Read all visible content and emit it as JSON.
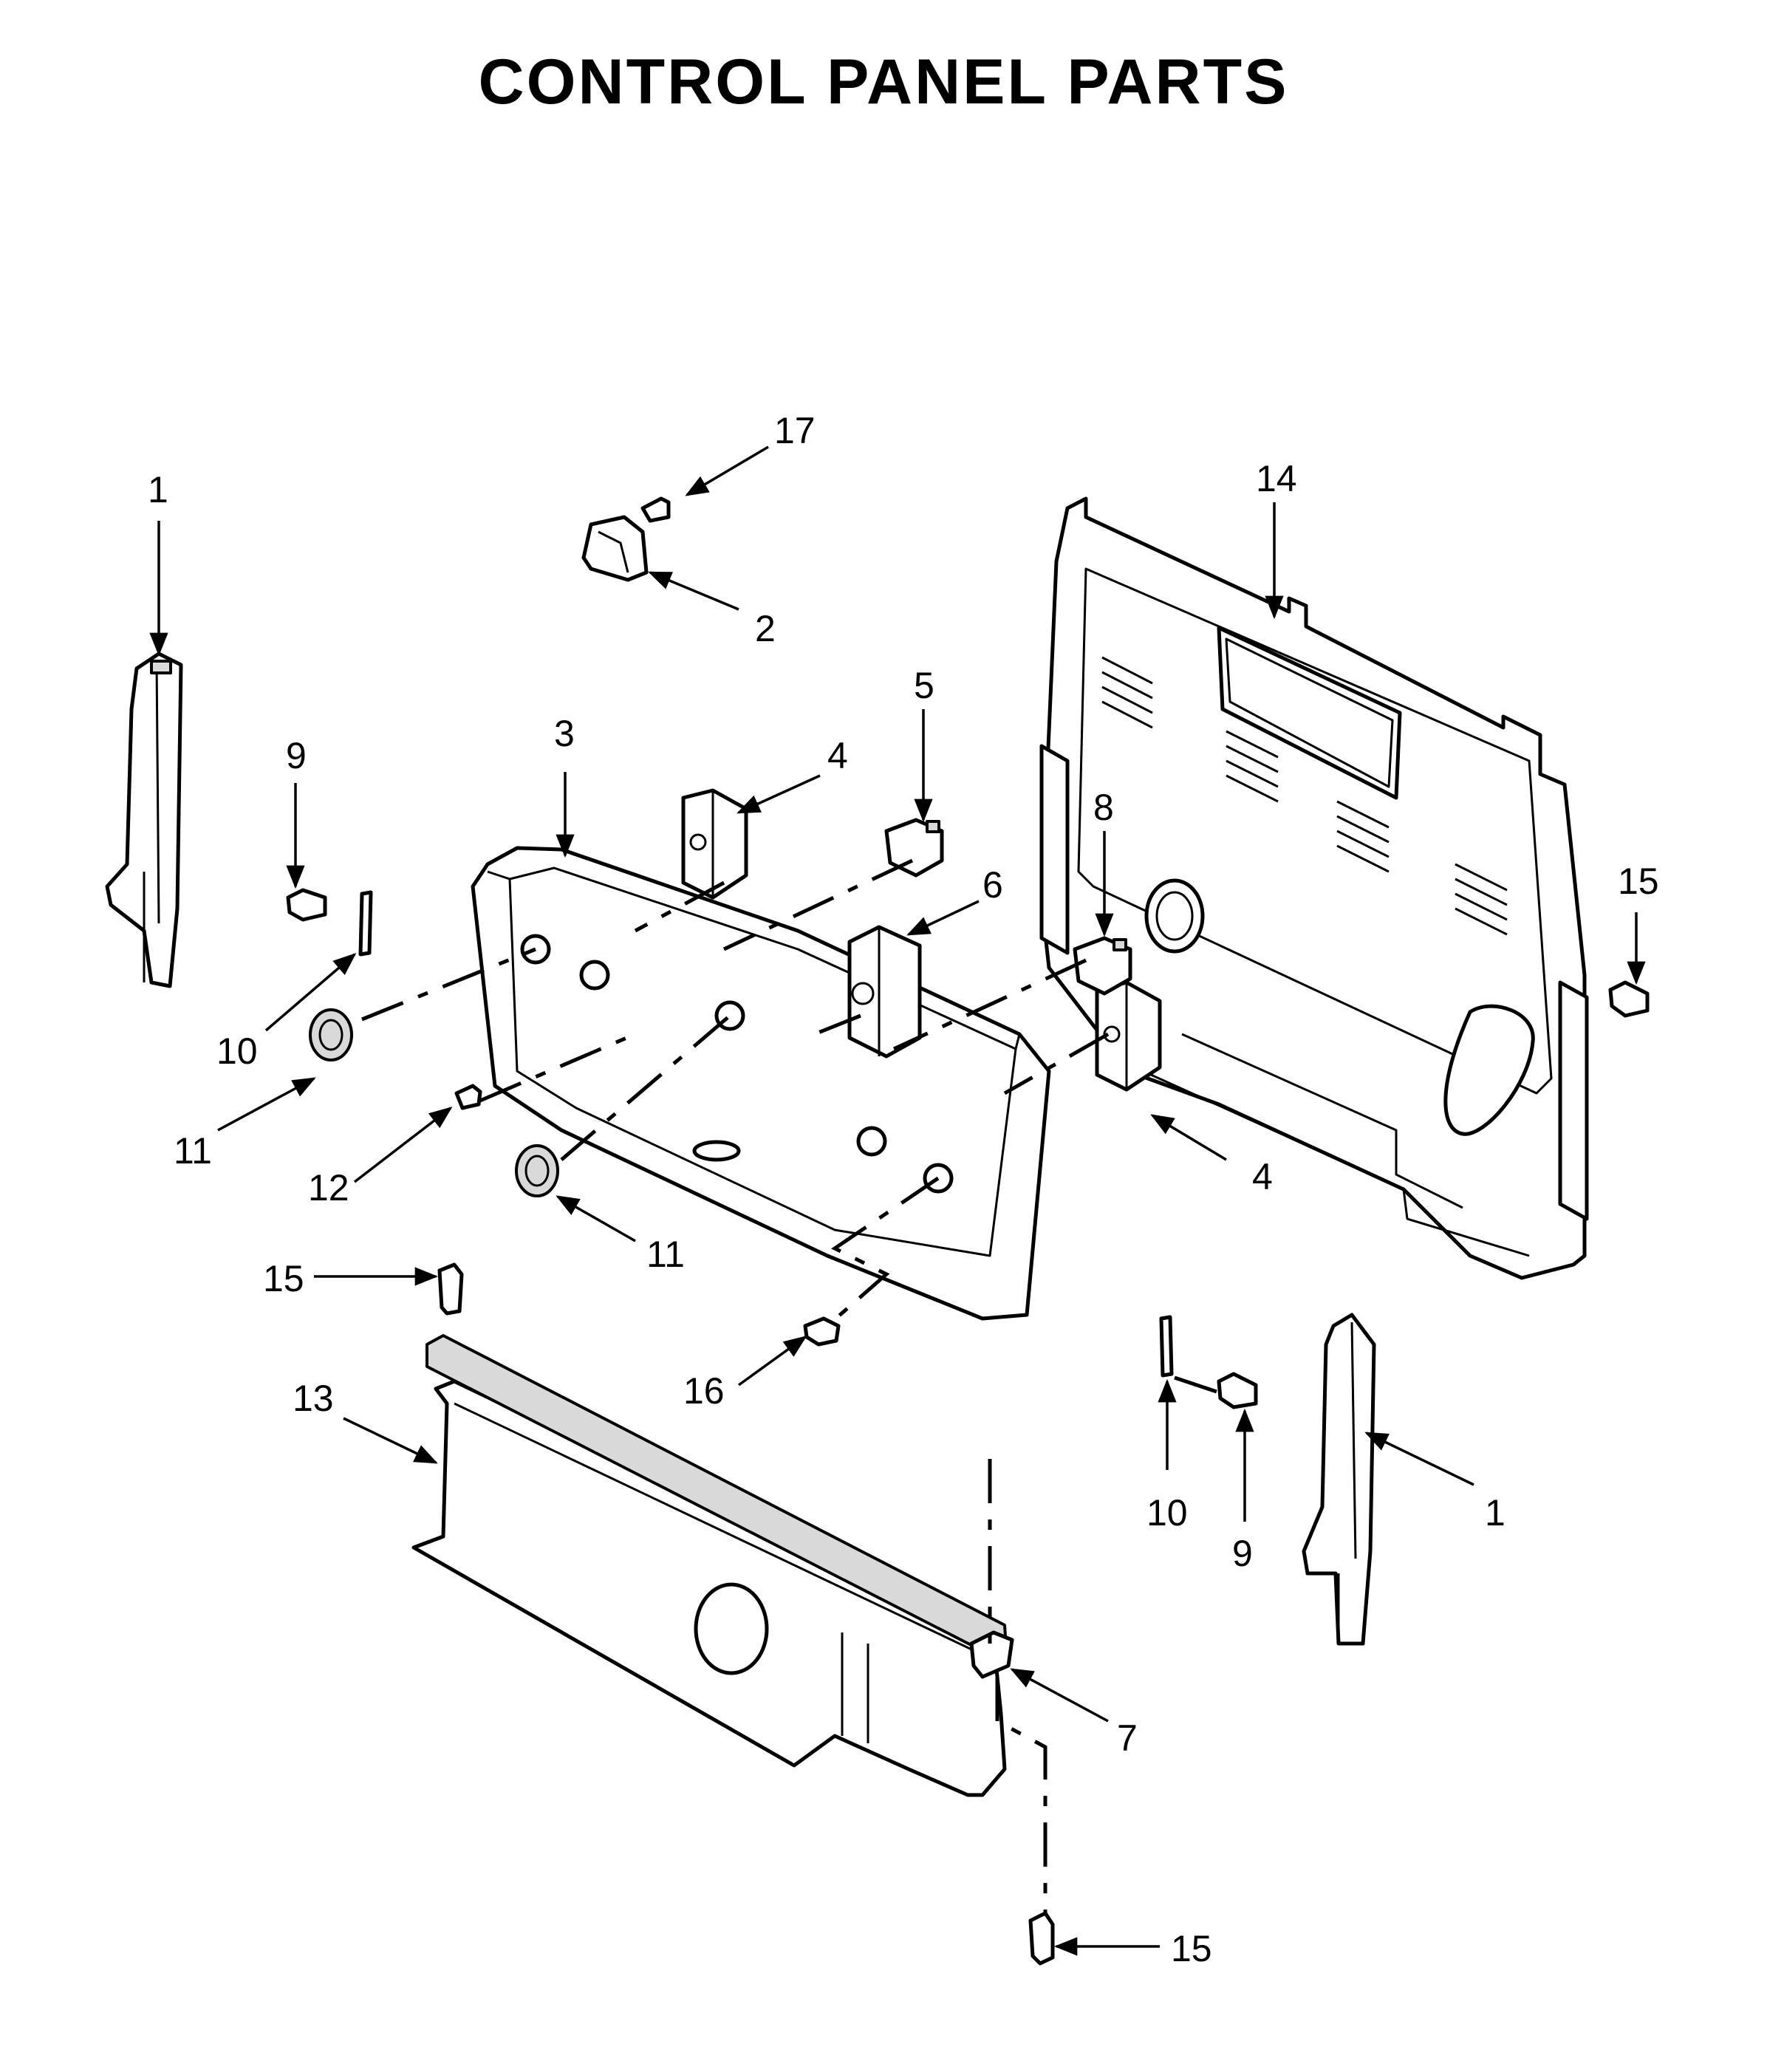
{
  "title": "CONTROL PANEL PARTS",
  "callouts": {
    "c1a": "1",
    "c1b": "1",
    "c2": "2",
    "c3": "3",
    "c4a": "4",
    "c4b": "4",
    "c5": "5",
    "c6": "6",
    "c7": "7",
    "c8": "8",
    "c9a": "9",
    "c9b": "9",
    "c10a": "10",
    "c10b": "10",
    "c11a": "11",
    "c11b": "11",
    "c12": "12",
    "c13": "13",
    "c14": "14",
    "c15a": "15",
    "c15b": "15",
    "c15c": "15",
    "c16": "16",
    "c17": "17"
  }
}
